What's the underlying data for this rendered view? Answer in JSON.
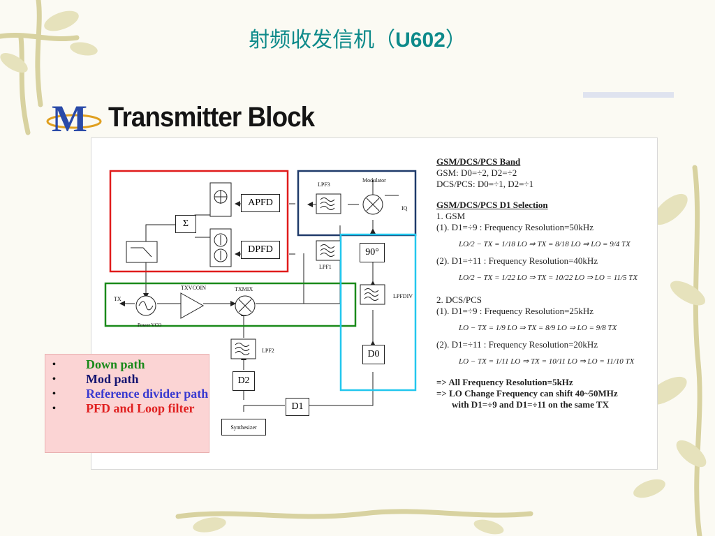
{
  "slide": {
    "title_cn": "射频收发信机（",
    "title_code": "U602",
    "title_close": "）"
  },
  "header": {
    "logo_letter": "M",
    "block_title": "Transmitter Block"
  },
  "diagram": {
    "blocks": {
      "apfd": "APFD",
      "dpfd": "DPFD",
      "sum": "Σ",
      "d2": "D2",
      "d1": "D1",
      "d0": "D0",
      "phase90": "90°",
      "synth": "Synthesizer"
    },
    "labels": {
      "lpf3": "LPF3",
      "lpf1": "LPF1",
      "lpf2": "LPF2",
      "lpfdiv": "LPFDIV",
      "modulator": "Modulator",
      "iq": "IQ",
      "tx": "TX",
      "txvcoin": "TXVCOIN",
      "txmix": "TXMIX",
      "txvco": "Power VCO"
    }
  },
  "notes": {
    "band_title": "GSM/DCS/PCS Band",
    "band_gsm": "GSM: D0=÷2, D2=÷2",
    "band_dcs": "DCS/PCS: D0=÷1, D2=÷1",
    "sel_title": "GSM/DCS/PCS D1 Selection",
    "gsm": "1. GSM",
    "gsm1": "(1). D1=÷9 : Frequency Resolution=50kHz",
    "gsm1_eq": "LO/2 − TX = 1/18 LO ⇒ TX = 8/18 LO ⇒ LO = 9/4 TX",
    "gsm2": "(2). D1=÷11 : Frequency Resolution=40kHz",
    "gsm2_eq": "LO/2 − TX = 1/22 LO ⇒ TX = 10/22 LO ⇒ LO = 11/5 TX",
    "dcs": "2. DCS/PCS",
    "dcs1": "(1). D1=÷9 : Frequency Resolution=25kHz",
    "dcs1_eq": "LO − TX = 1/9 LO ⇒ TX = 8/9 LO ⇒ LO = 9/8 TX",
    "dcs2": "(2). D1=÷11 : Frequency Resolution=20kHz",
    "dcs2_eq": "LO − TX = 1/11 LO ⇒ TX = 10/11 LO ⇒ LO = 11/10 TX",
    "sum1": "=> All Frequency Resolution=5kHz",
    "sum2": "=> LO Change Frequency can shift 40~50MHz",
    "sum3": "with D1=÷9 and D1=÷11 on the same TX"
  },
  "legend": {
    "bullet": "•",
    "items": [
      {
        "text": "Down path",
        "color": "#1a8a1a"
      },
      {
        "text": "Mod path",
        "color": "#141470"
      },
      {
        "text": "Reference divider path",
        "color": "#3a3ad0"
      },
      {
        "text": "PFD and Loop filter",
        "color": "#e02020"
      }
    ]
  },
  "colors": {
    "title": "#0d8a8a",
    "red_box": "#e01b1b",
    "navy_box": "#1f3a6a",
    "green_box": "#1a8a1a",
    "cyan_box": "#22c7ee"
  }
}
